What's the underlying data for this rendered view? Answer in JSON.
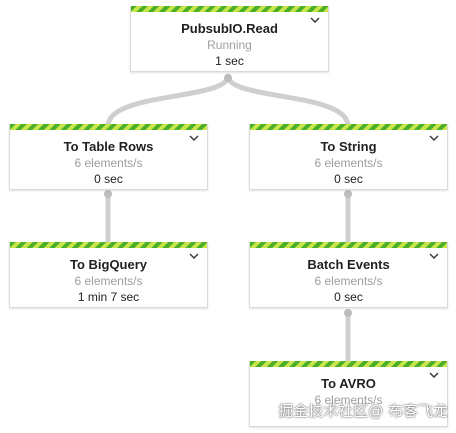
{
  "nodes": {
    "read": {
      "title": "PubsubIO.Read",
      "sub": "Running",
      "time": "1 sec"
    },
    "table_rows": {
      "title": "To Table Rows",
      "sub": "6 elements/s",
      "time": "0 sec"
    },
    "to_string": {
      "title": "To String",
      "sub": "6 elements/s",
      "time": "0 sec"
    },
    "bigquery": {
      "title": "To BigQuery",
      "sub": "6 elements/s",
      "time": "1 min 7 sec"
    },
    "batch": {
      "title": "Batch Events",
      "sub": "6 elements/s",
      "time": "0 sec"
    },
    "avro": {
      "title": "To AVRO",
      "sub": "6 elements/s",
      "time": ""
    }
  },
  "watermark": "掘金技术社区@ 布客飞龙",
  "colors": {
    "stripe_dark": "#4caf2a",
    "stripe_light": "#c6e64a",
    "connector": "#cfcfcf"
  }
}
